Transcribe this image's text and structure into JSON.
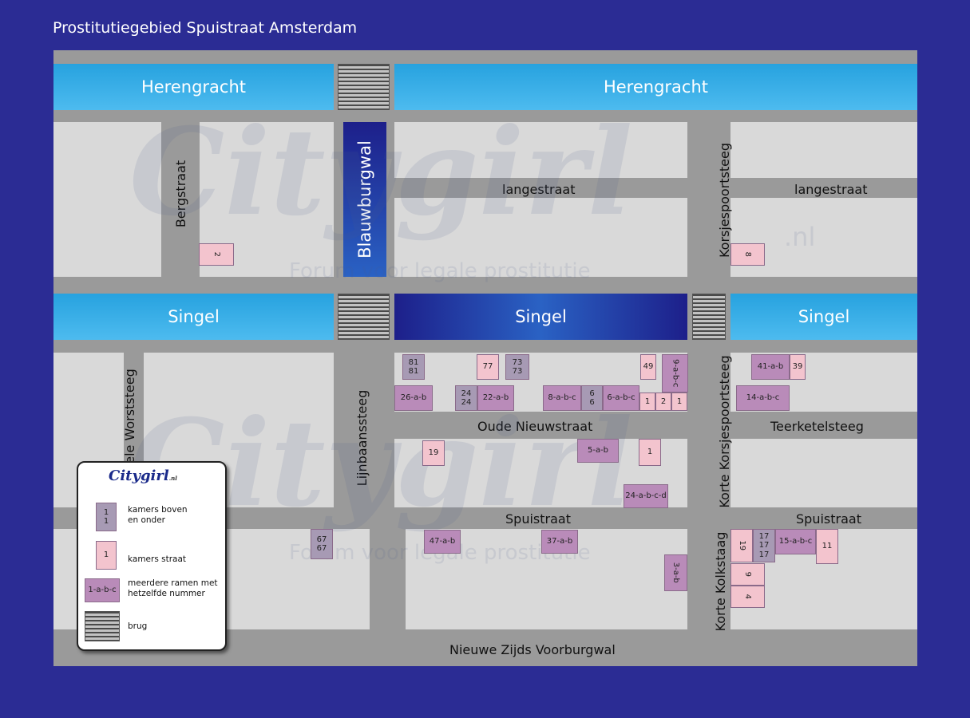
{
  "title": "Prostitutiegebied Spuistraat Amsterdam",
  "canals": {
    "herengracht_left": "Herengracht",
    "herengracht_right": "Herengracht",
    "blauwburgwal": "Blauwburgwal",
    "singel_left": "Singel",
    "singel_middle": "Singel",
    "singel_right": "Singel"
  },
  "streets": {
    "bergstraat": "Bergstraat",
    "langestraat_mid": "langestraat",
    "langestraat_right": "langestraat",
    "korsjespoortsteeg": "Korsjespoortsteeg",
    "enge_korsjespoortsteeg": "Korte Korsjespoortsteeg",
    "worststeeg": "ele Worststeeg",
    "lijnbaanssteeg": "Lijnbaanssteeg",
    "oude_nieuwstraat": "Oude Nieuwstraat",
    "teerketelsteeg": "Teerketelsteeg",
    "spuistraat_mid": "Spuistraat",
    "spuistraat_right": "Spuistraat",
    "korte_kolksteeg": "Korte Kolkstaag",
    "nieuwe_zijds": "Nieuwe Zijds Voorburgwal"
  },
  "buildings": [
    {
      "label": "2",
      "type": "pink"
    },
    {
      "label": "8",
      "type": "pink"
    },
    {
      "label": "81\n81",
      "type": "gray"
    },
    {
      "label": "77",
      "type": "pink"
    },
    {
      "label": "73\n73",
      "type": "gray"
    },
    {
      "label": "49",
      "type": "pink"
    },
    {
      "label": "9-a-b-c",
      "type": "purple"
    },
    {
      "label": "41-a-b",
      "type": "purple"
    },
    {
      "label": "39",
      "type": "pink"
    },
    {
      "label": "26-a-b",
      "type": "purple"
    },
    {
      "label": "24\n24",
      "type": "gray"
    },
    {
      "label": "22-a-b",
      "type": "purple"
    },
    {
      "label": "8-a-b-c",
      "type": "purple"
    },
    {
      "label": "6\n6",
      "type": "gray"
    },
    {
      "label": "6-a-b-c",
      "type": "purple"
    },
    {
      "label": "1",
      "type": "pink"
    },
    {
      "label": "2",
      "type": "pink"
    },
    {
      "label": "1",
      "type": "pink"
    },
    {
      "label": "14-a-b-c",
      "type": "purple"
    },
    {
      "label": "19",
      "type": "pink"
    },
    {
      "label": "5-a-b",
      "type": "purple"
    },
    {
      "label": "1",
      "type": "pink"
    },
    {
      "label": "24-a-b-c-d",
      "type": "purple"
    },
    {
      "label": "67\n67",
      "type": "gray"
    },
    {
      "label": "47-a-b",
      "type": "purple"
    },
    {
      "label": "37-a-b",
      "type": "purple"
    },
    {
      "label": "3-a-b",
      "type": "purple"
    },
    {
      "label": "19",
      "type": "pink"
    },
    {
      "label": "17\n17\n17",
      "type": "gray"
    },
    {
      "label": "15-a-b-c",
      "type": "purple"
    },
    {
      "label": "11",
      "type": "pink"
    },
    {
      "label": "9",
      "type": "pink"
    },
    {
      "label": "4",
      "type": "pink"
    }
  ],
  "watermark": {
    "brand": "Citygirl",
    "tld": ".nl",
    "tagline": "Forum voor legale prostitutie"
  },
  "legend": {
    "logo": "Citygirl",
    "logo_tld": ".nl",
    "swatch_gray": "1\n1",
    "item_boven_onder": "kamers boven\nen onder",
    "swatch_pink": "1",
    "item_straat": "kamers straat",
    "swatch_purple": "1-a-b-c",
    "item_meerdere": "meerdere ramen met\nhetzelfde nummer",
    "item_brug": "brug"
  },
  "colors": {
    "background": "#2b2c94",
    "canal_light": "#27a2df",
    "canal_dark": "#1d1f8a",
    "street": "#9a9a9a",
    "block": "#d9d9d9",
    "pink": "#f3c4ce",
    "purple": "#b98bb9",
    "gray": "#a79ab4"
  }
}
